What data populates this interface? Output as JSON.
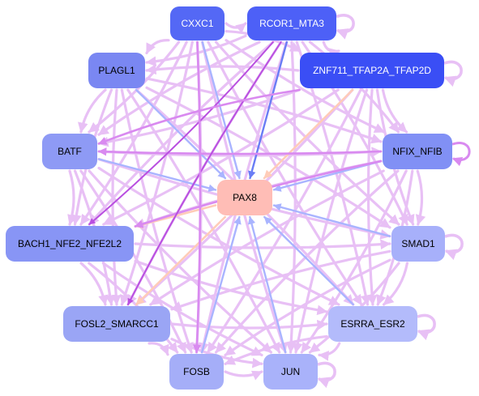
{
  "colors": {
    "center_fill": "#ffbdb6",
    "edge_dense": "#e8c0f5",
    "edge_mid": "#d98af0",
    "edge_strong": "#b94fe0",
    "edge_blue": "#a9b4ff",
    "edge_blue_strong": "#6a7df5",
    "edge_peach": "#ffccb8"
  },
  "nodes": [
    {
      "id": "CXXC1",
      "label": "CXXC1",
      "fill": "#5468f5",
      "text": "#ffffff"
    },
    {
      "id": "RCOR1_MTA3",
      "label": "RCOR1_MTA3",
      "fill": "#4d60f7",
      "text": "#ffffff"
    },
    {
      "id": "ZNF711",
      "label": "ZNF711_TFAP2A_TFAP2D",
      "fill": "#3a4ef5",
      "text": "#ffffff"
    },
    {
      "id": "PLAGL1",
      "label": "PLAGL1",
      "fill": "#7a87f2",
      "text": "#000000"
    },
    {
      "id": "BATF",
      "label": "BATF",
      "fill": "#8e9af5",
      "text": "#000000"
    },
    {
      "id": "NFIX_NFIB",
      "label": "NFIX_NFIB",
      "fill": "#8190f5",
      "text": "#000000"
    },
    {
      "id": "PAX8",
      "label": "PAX8",
      "fill": "#ffbdb6",
      "text": "#000000"
    },
    {
      "id": "BACH1",
      "label": "BACH1_NFE2_NFE2L2",
      "fill": "#8895f5",
      "text": "#000000"
    },
    {
      "id": "SMAD1",
      "label": "SMAD1",
      "fill": "#a7b0fa",
      "text": "#000000"
    },
    {
      "id": "FOSL2",
      "label": "FOSL2_SMARCC1",
      "fill": "#9aa5f5",
      "text": "#000000"
    },
    {
      "id": "ESRRA",
      "label": "ESRRA_ESR2",
      "fill": "#b3bbfb",
      "text": "#000000"
    },
    {
      "id": "FOSB",
      "label": "FOSB",
      "fill": "#a5aef8",
      "text": "#000000"
    },
    {
      "id": "JUN",
      "label": "JUN",
      "fill": "#a9b2fa",
      "text": "#000000"
    }
  ]
}
